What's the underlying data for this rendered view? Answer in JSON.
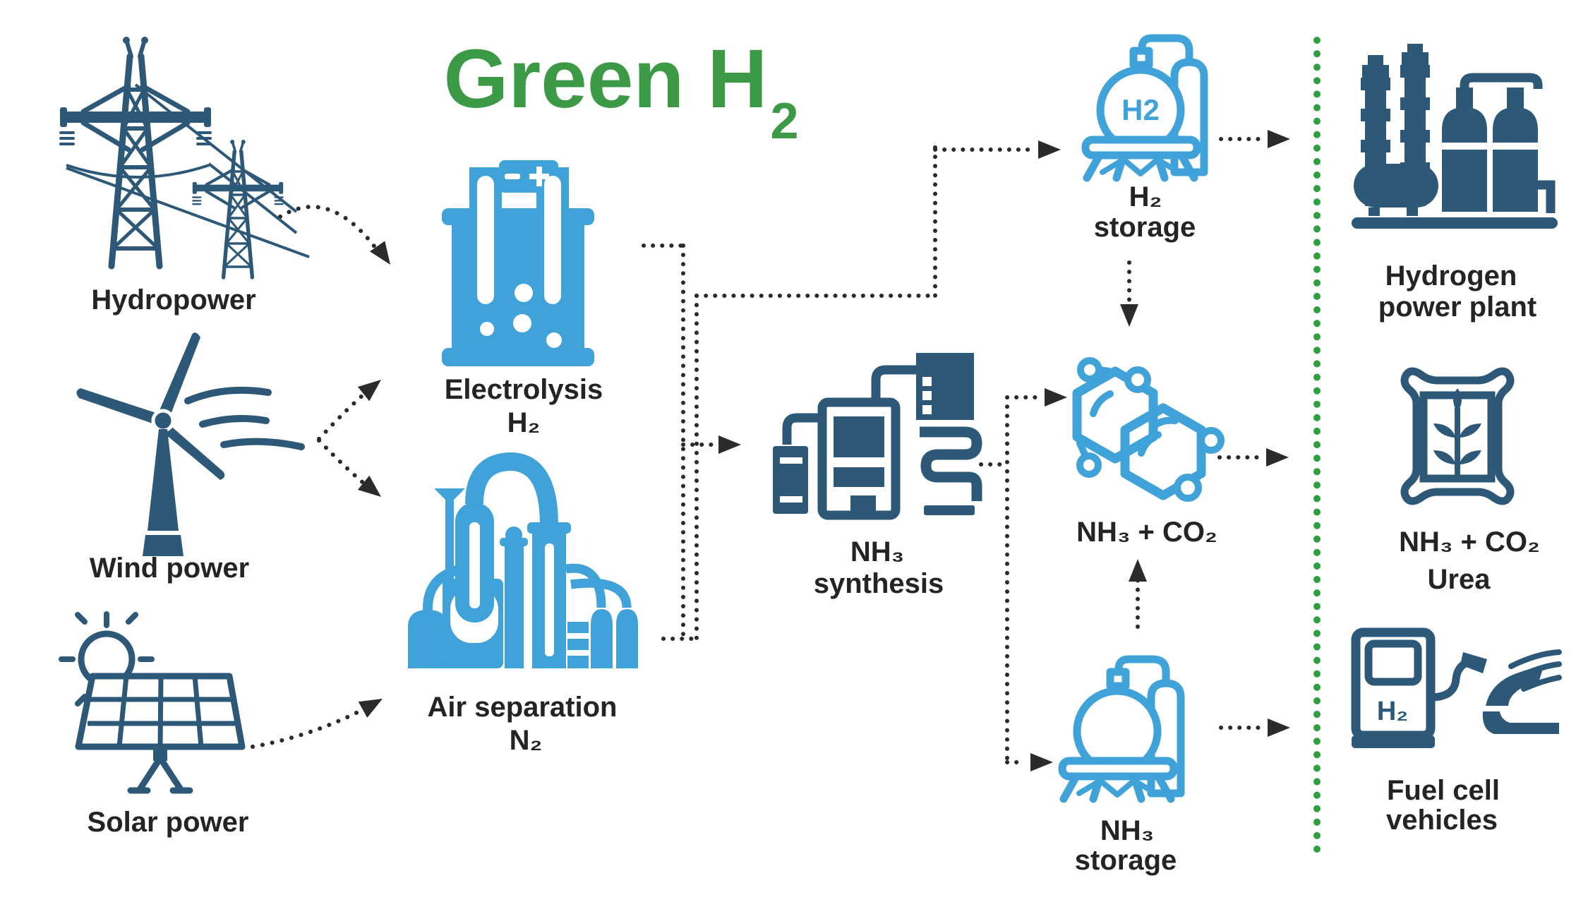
{
  "title": {
    "text": "Green H",
    "subscript": "2"
  },
  "colors": {
    "title_green": "#3c9a47",
    "divider_green": "#2f9e41",
    "light_blue": "#3fa2d9",
    "dark_navy": "#2d5878",
    "label_text": "#242424",
    "arrow": "#2b2b2b"
  },
  "sources": {
    "hydropower": {
      "label": "Hydropower",
      "icon": "transmission-towers-icon"
    },
    "wind": {
      "label": "Wind power",
      "icon": "wind-turbine-icon"
    },
    "solar": {
      "label": "Solar power",
      "icon": "solar-panel-icon"
    }
  },
  "process": {
    "electrolysis": {
      "line1": "Electrolysis",
      "line2": "H₂",
      "icon": "electrolysis-cell-icon"
    },
    "air_separation": {
      "line1": "Air separation",
      "line2": "N₂",
      "icon": "air-separation-plant-icon"
    },
    "nh3_synthesis": {
      "line1": "NH₃",
      "line2": "synthesis",
      "icon": "synthesis-reactor-icon"
    },
    "h2_storage": {
      "line1": "H₂",
      "line2": "storage",
      "tank_label": "H2",
      "icon": "dome-tank-icon"
    },
    "nh3_co2": {
      "line1": "NH₃ + CO₂",
      "icon": "molecule-icon"
    },
    "nh3_storage": {
      "line1": "NH₃",
      "line2": "storage",
      "icon": "dome-tank-icon"
    }
  },
  "outputs": {
    "hydrogen_power_plant": {
      "line1": "Hydrogen",
      "line2": "power plant",
      "icon": "power-plant-icon"
    },
    "urea": {
      "line1": "NH₃ + CO₂",
      "line2": "Urea",
      "icon": "fertilizer-bag-icon"
    },
    "fuel_cell_vehicles": {
      "line1": "Fuel cell",
      "line2": "vehicles",
      "pump_label": "H₂",
      "icon": "fuel-pump-car-icon"
    }
  }
}
